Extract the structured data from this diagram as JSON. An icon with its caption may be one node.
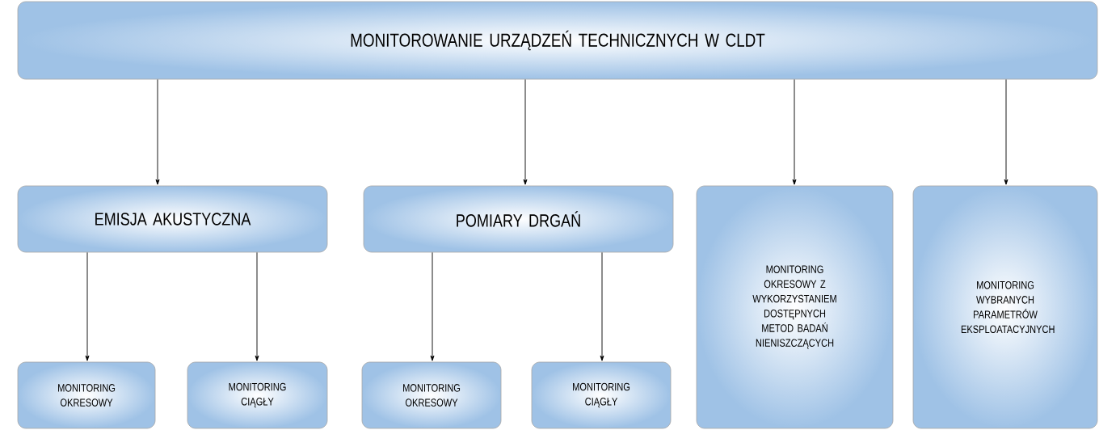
{
  "diagram": {
    "nodes": [
      {
        "text": [
          "MONITOROWANIE URZĄDZEŃ TECHNICZNYCH W CLDT"
        ]
      },
      {
        "text": [
          "EMISJA AKUSTYCZNA"
        ]
      },
      {
        "text": [
          "POMIARY DRGAŃ"
        ]
      },
      {
        "text": [
          "MONITORING OKRESOWY Z WYKORZYSTANIEM DOSTĘPNYCH METOD BADAŃ NIENISZCZĄCYCH"
        ]
      },
      {
        "text": [
          "MONITORING WYBRANYCH PARAMETRÓW EKSPLOATACYJNYCH"
        ]
      },
      {
        "text": [
          "MONITORING OKRESOWY"
        ]
      },
      {
        "text": [
          "MONITORING CIĄGŁY"
        ]
      },
      {
        "text": [
          "MONITORING OKRESOWY"
        ]
      },
      {
        "text": [
          "MONITORING CIĄGŁY"
        ]
      }
    ],
    "edges": [
      {
        "from": 0,
        "to": 1,
        "arrow": "to"
      },
      {
        "from": 0,
        "to": 2,
        "arrow": "to"
      },
      {
        "from": 0,
        "to": 3,
        "arrow": "to"
      },
      {
        "from": 0,
        "to": 4,
        "arrow": "to"
      },
      {
        "from": 1,
        "to": 5,
        "arrow": "to"
      },
      {
        "from": 1,
        "to": 6,
        "arrow": "to"
      },
      {
        "from": 2,
        "to": 7,
        "arrow": "to"
      },
      {
        "from": 2,
        "to": 8,
        "arrow": "to"
      }
    ]
  }
}
